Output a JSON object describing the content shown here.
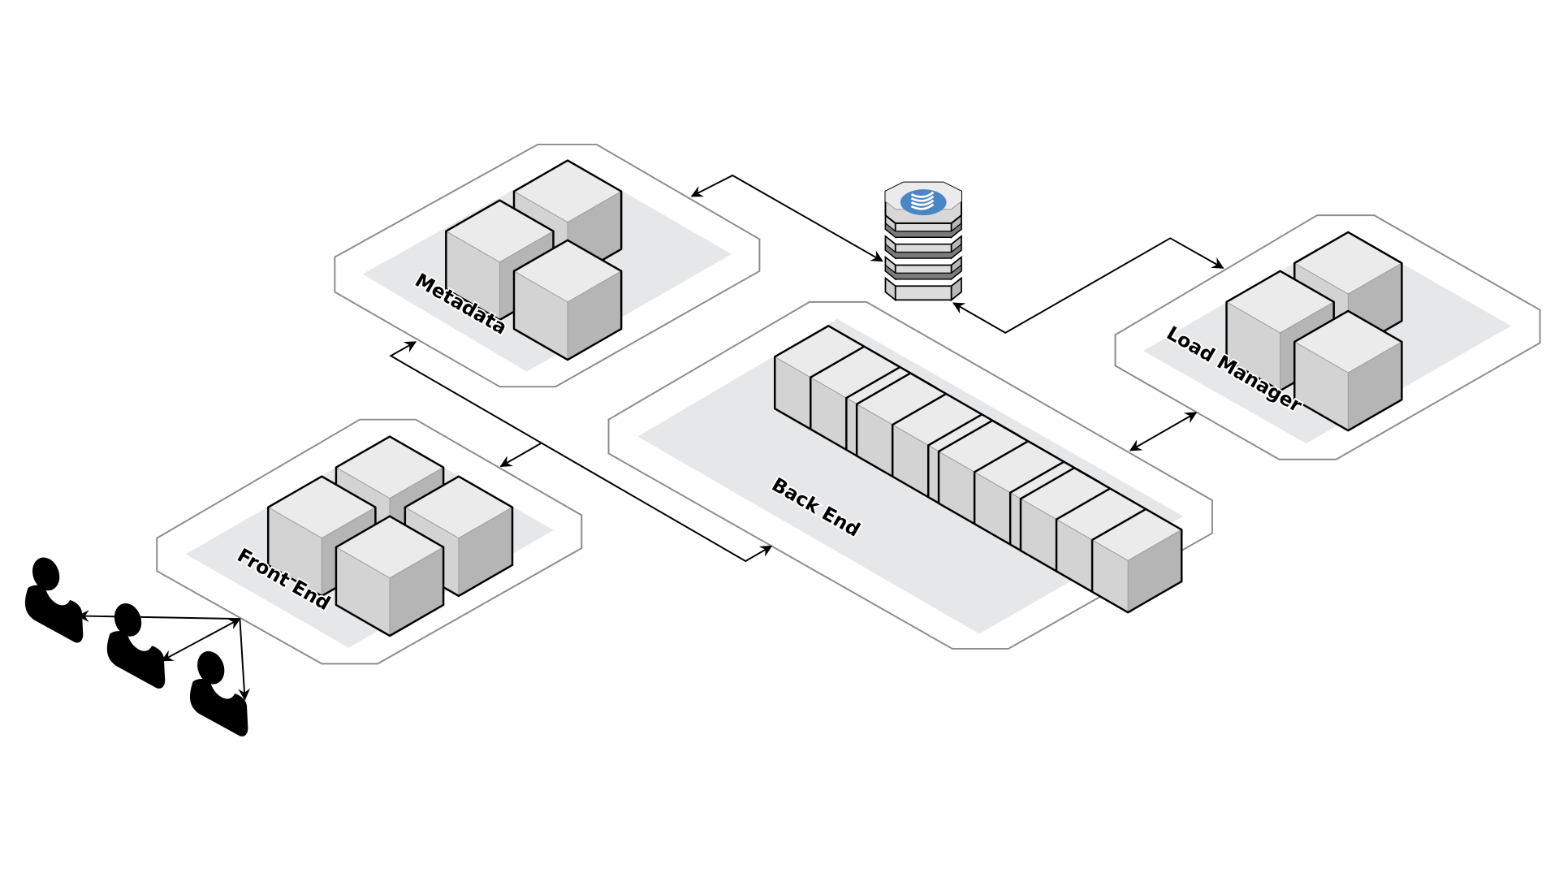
{
  "diagram": {
    "type": "isometric-architecture",
    "zones": [
      {
        "id": "metadata",
        "label": "Metadata",
        "server_count": 3
      },
      {
        "id": "front-end",
        "label": "Front End",
        "server_count": 4
      },
      {
        "id": "back-end",
        "label": "Back End",
        "server_count": 4,
        "server_segments": 3
      },
      {
        "id": "load-manager",
        "label": "Load Manager",
        "server_count": 3
      }
    ],
    "database": {
      "id": "database",
      "label": "",
      "icon": "database-icon",
      "layers": 4
    },
    "users": {
      "count": 3,
      "icon": "user-icon"
    },
    "connections": [
      {
        "from": "database",
        "to": "metadata",
        "direction": "bidirectional"
      },
      {
        "from": "database",
        "to": "load-manager",
        "direction": "bidirectional"
      },
      {
        "from": "load-manager",
        "to": "back-end",
        "direction": "bidirectional"
      },
      {
        "from": "metadata",
        "to": "back-end",
        "direction": "bidirectional"
      },
      {
        "from": "metadata-back-end-link",
        "to": "front-end",
        "direction": "to"
      },
      {
        "from": "front-end",
        "to": "users",
        "direction": "to"
      }
    ]
  },
  "colors": {
    "zone_outline": "#8c8c8c",
    "zone_fill": "#e6e7e8",
    "cube_top": "#ebebeb",
    "cube_left": "#d3d3d3",
    "cube_right": "#b5b5b5",
    "db_badge": "#4a86c5",
    "db_band": "#7a7a7a",
    "connector": "#000000"
  }
}
